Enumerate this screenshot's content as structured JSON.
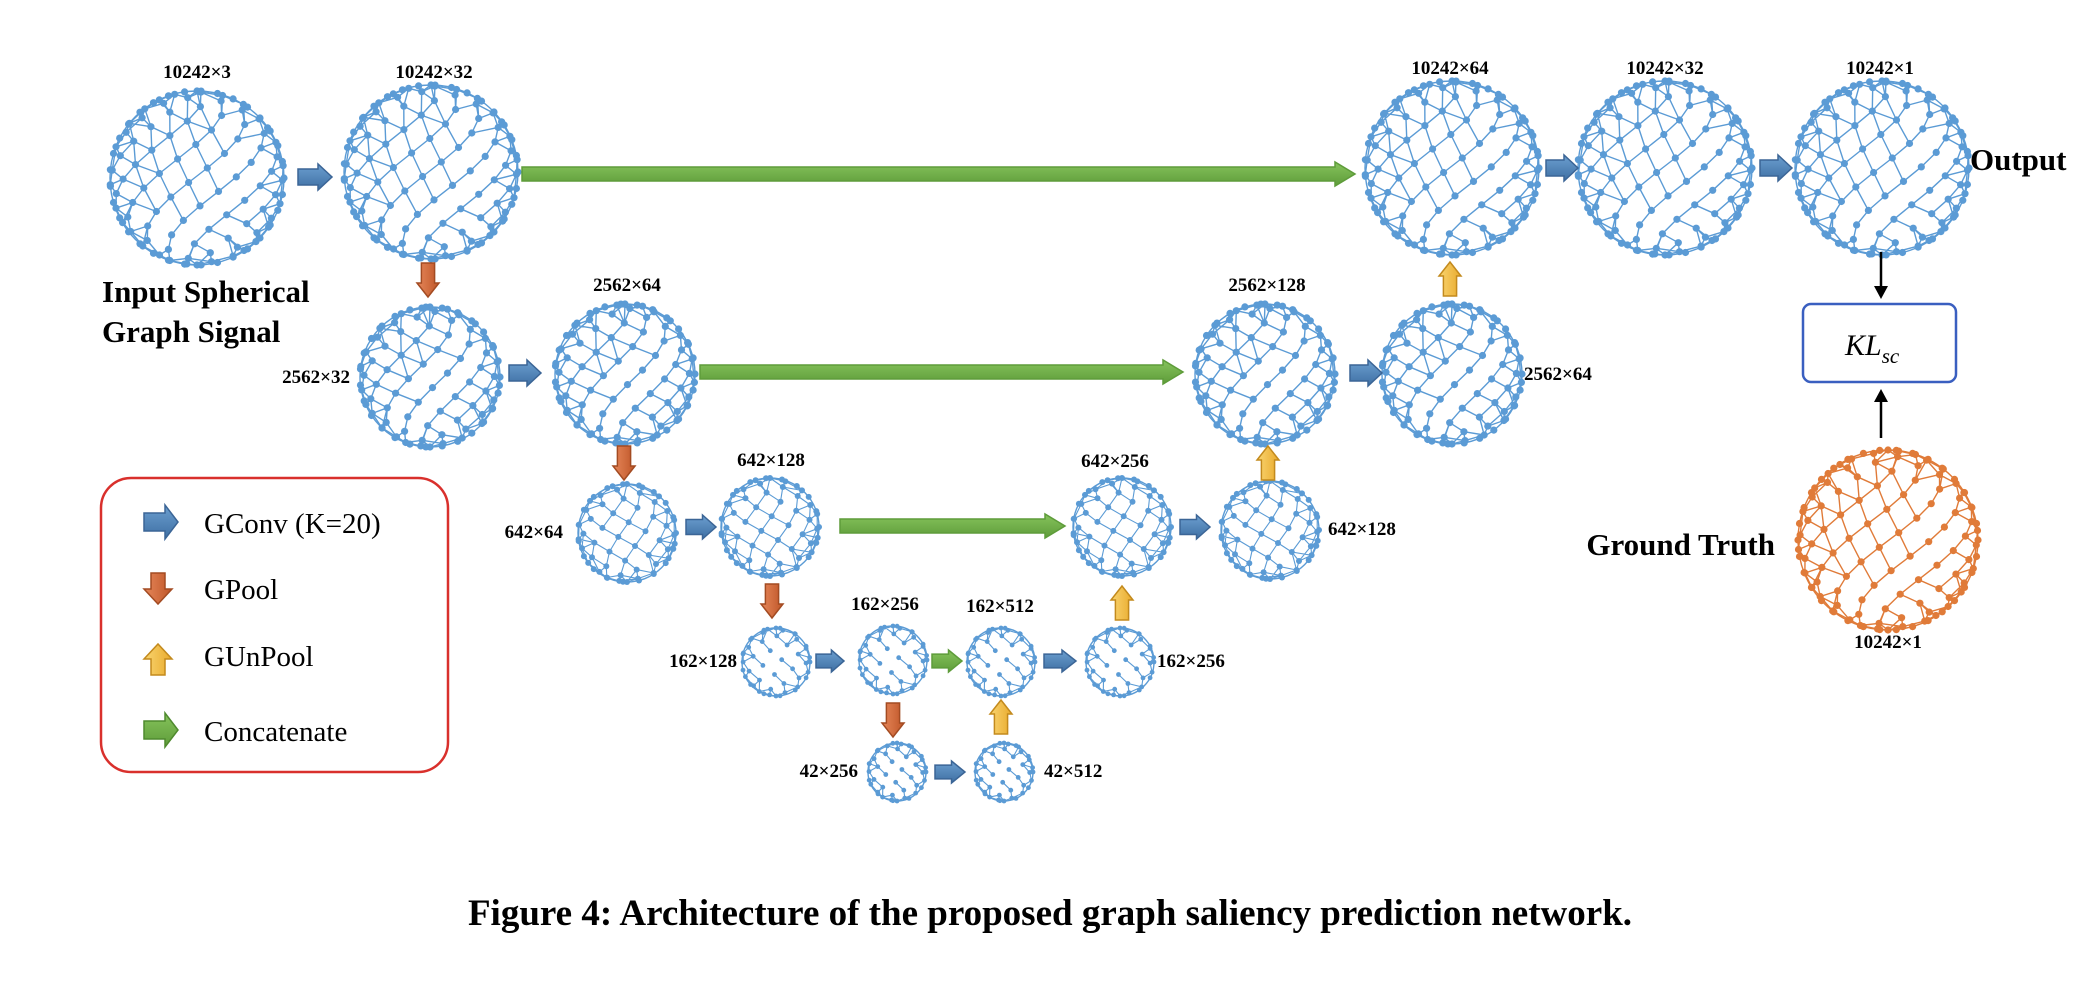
{
  "caption": "Figure 4: Architecture of the proposed graph saliency prediction network.",
  "input_label": [
    "Input Spherical",
    "Graph Signal"
  ],
  "output_label": "Output",
  "ground_truth_label": "Ground Truth",
  "loss_label": {
    "base": "KL",
    "sub": "sc"
  },
  "legend": {
    "gconv": "GConv (K=20)",
    "gpool": "GPool",
    "gunpool": "GUnPool",
    "concat": "Concatenate"
  },
  "colors": {
    "sphere": "#5b9bd5",
    "ground_truth_sphere": "#e07b39",
    "gconv_arrow": "#4a7fb5",
    "gpool_arrow": "#d26a3a",
    "gunpool_arrow": "#f2c14e",
    "concat_arrow": "#70ad47",
    "legend_border": "#d9302c",
    "loss_border": "#3a5fc0"
  },
  "nodes": {
    "in": {
      "label": "10242×3"
    },
    "e1": {
      "label": "10242×32"
    },
    "e2a": {
      "label": "2562×32"
    },
    "e2b": {
      "label": "2562×64"
    },
    "e3a": {
      "label": "642×64"
    },
    "e3b": {
      "label": "642×128"
    },
    "e4a": {
      "label": "162×128"
    },
    "e4b": {
      "label": "162×256"
    },
    "b1": {
      "label": "42×256"
    },
    "b2": {
      "label": "42×512"
    },
    "d4a": {
      "label": "162×512"
    },
    "d4b": {
      "label": "162×256"
    },
    "d3a": {
      "label": "642×256"
    },
    "d3b": {
      "label": "642×128"
    },
    "d2a": {
      "label": "2562×128"
    },
    "d2b": {
      "label": "2562×64"
    },
    "d1a": {
      "label": "10242×64"
    },
    "d1b": {
      "label": "10242×32"
    },
    "out": {
      "label": "10242×1"
    },
    "gt": {
      "label": "10242×1"
    }
  }
}
